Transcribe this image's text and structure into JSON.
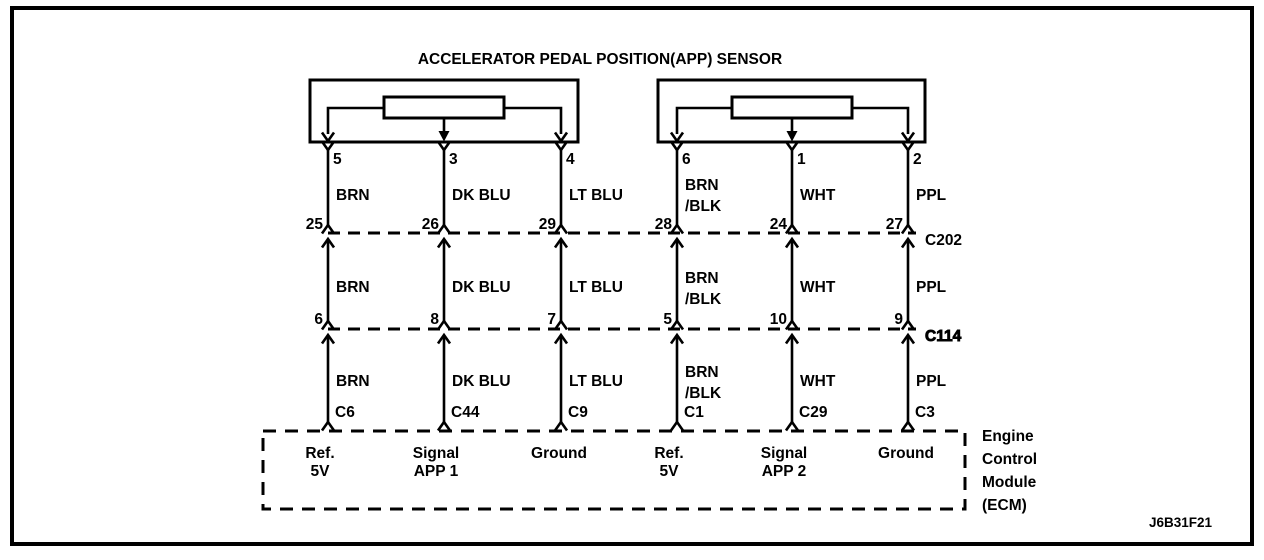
{
  "title": "ACCELERATOR PEDAL POSITION(APP) SENSOR",
  "figure_code": "J6B31F21",
  "connectors": {
    "c202": "C202",
    "c114": "C114"
  },
  "ecm": {
    "label_lines": [
      "Engine",
      "Control",
      "Module",
      "(ECM)"
    ]
  },
  "wires": [
    {
      "sensor_pin": "5",
      "color_lines": [
        "BRN"
      ],
      "c202_pin": "25",
      "c114_pin": "6",
      "ecm_pin": "C6",
      "function_lines": [
        "Ref.",
        "5V"
      ]
    },
    {
      "sensor_pin": "3",
      "color_lines": [
        "DK BLU"
      ],
      "c202_pin": "26",
      "c114_pin": "8",
      "ecm_pin": "C44",
      "function_lines": [
        "Signal",
        "APP 1"
      ]
    },
    {
      "sensor_pin": "4",
      "color_lines": [
        "LT BLU"
      ],
      "c202_pin": "29",
      "c114_pin": "7",
      "ecm_pin": "C9",
      "function_lines": [
        "Ground"
      ]
    },
    {
      "sensor_pin": "6",
      "color_lines": [
        "BRN",
        "/BLK"
      ],
      "c202_pin": "28",
      "c114_pin": "5",
      "ecm_pin": "C1",
      "function_lines": [
        "Ref.",
        "5V"
      ]
    },
    {
      "sensor_pin": "1",
      "color_lines": [
        "WHT"
      ],
      "c202_pin": "24",
      "c114_pin": "10",
      "ecm_pin": "C29",
      "function_lines": [
        "Signal",
        "APP 2"
      ]
    },
    {
      "sensor_pin": "2",
      "color_lines": [
        "PPL"
      ],
      "c202_pin": "27",
      "c114_pin": "9",
      "ecm_pin": "C3",
      "function_lines": [
        "Ground"
      ]
    }
  ]
}
